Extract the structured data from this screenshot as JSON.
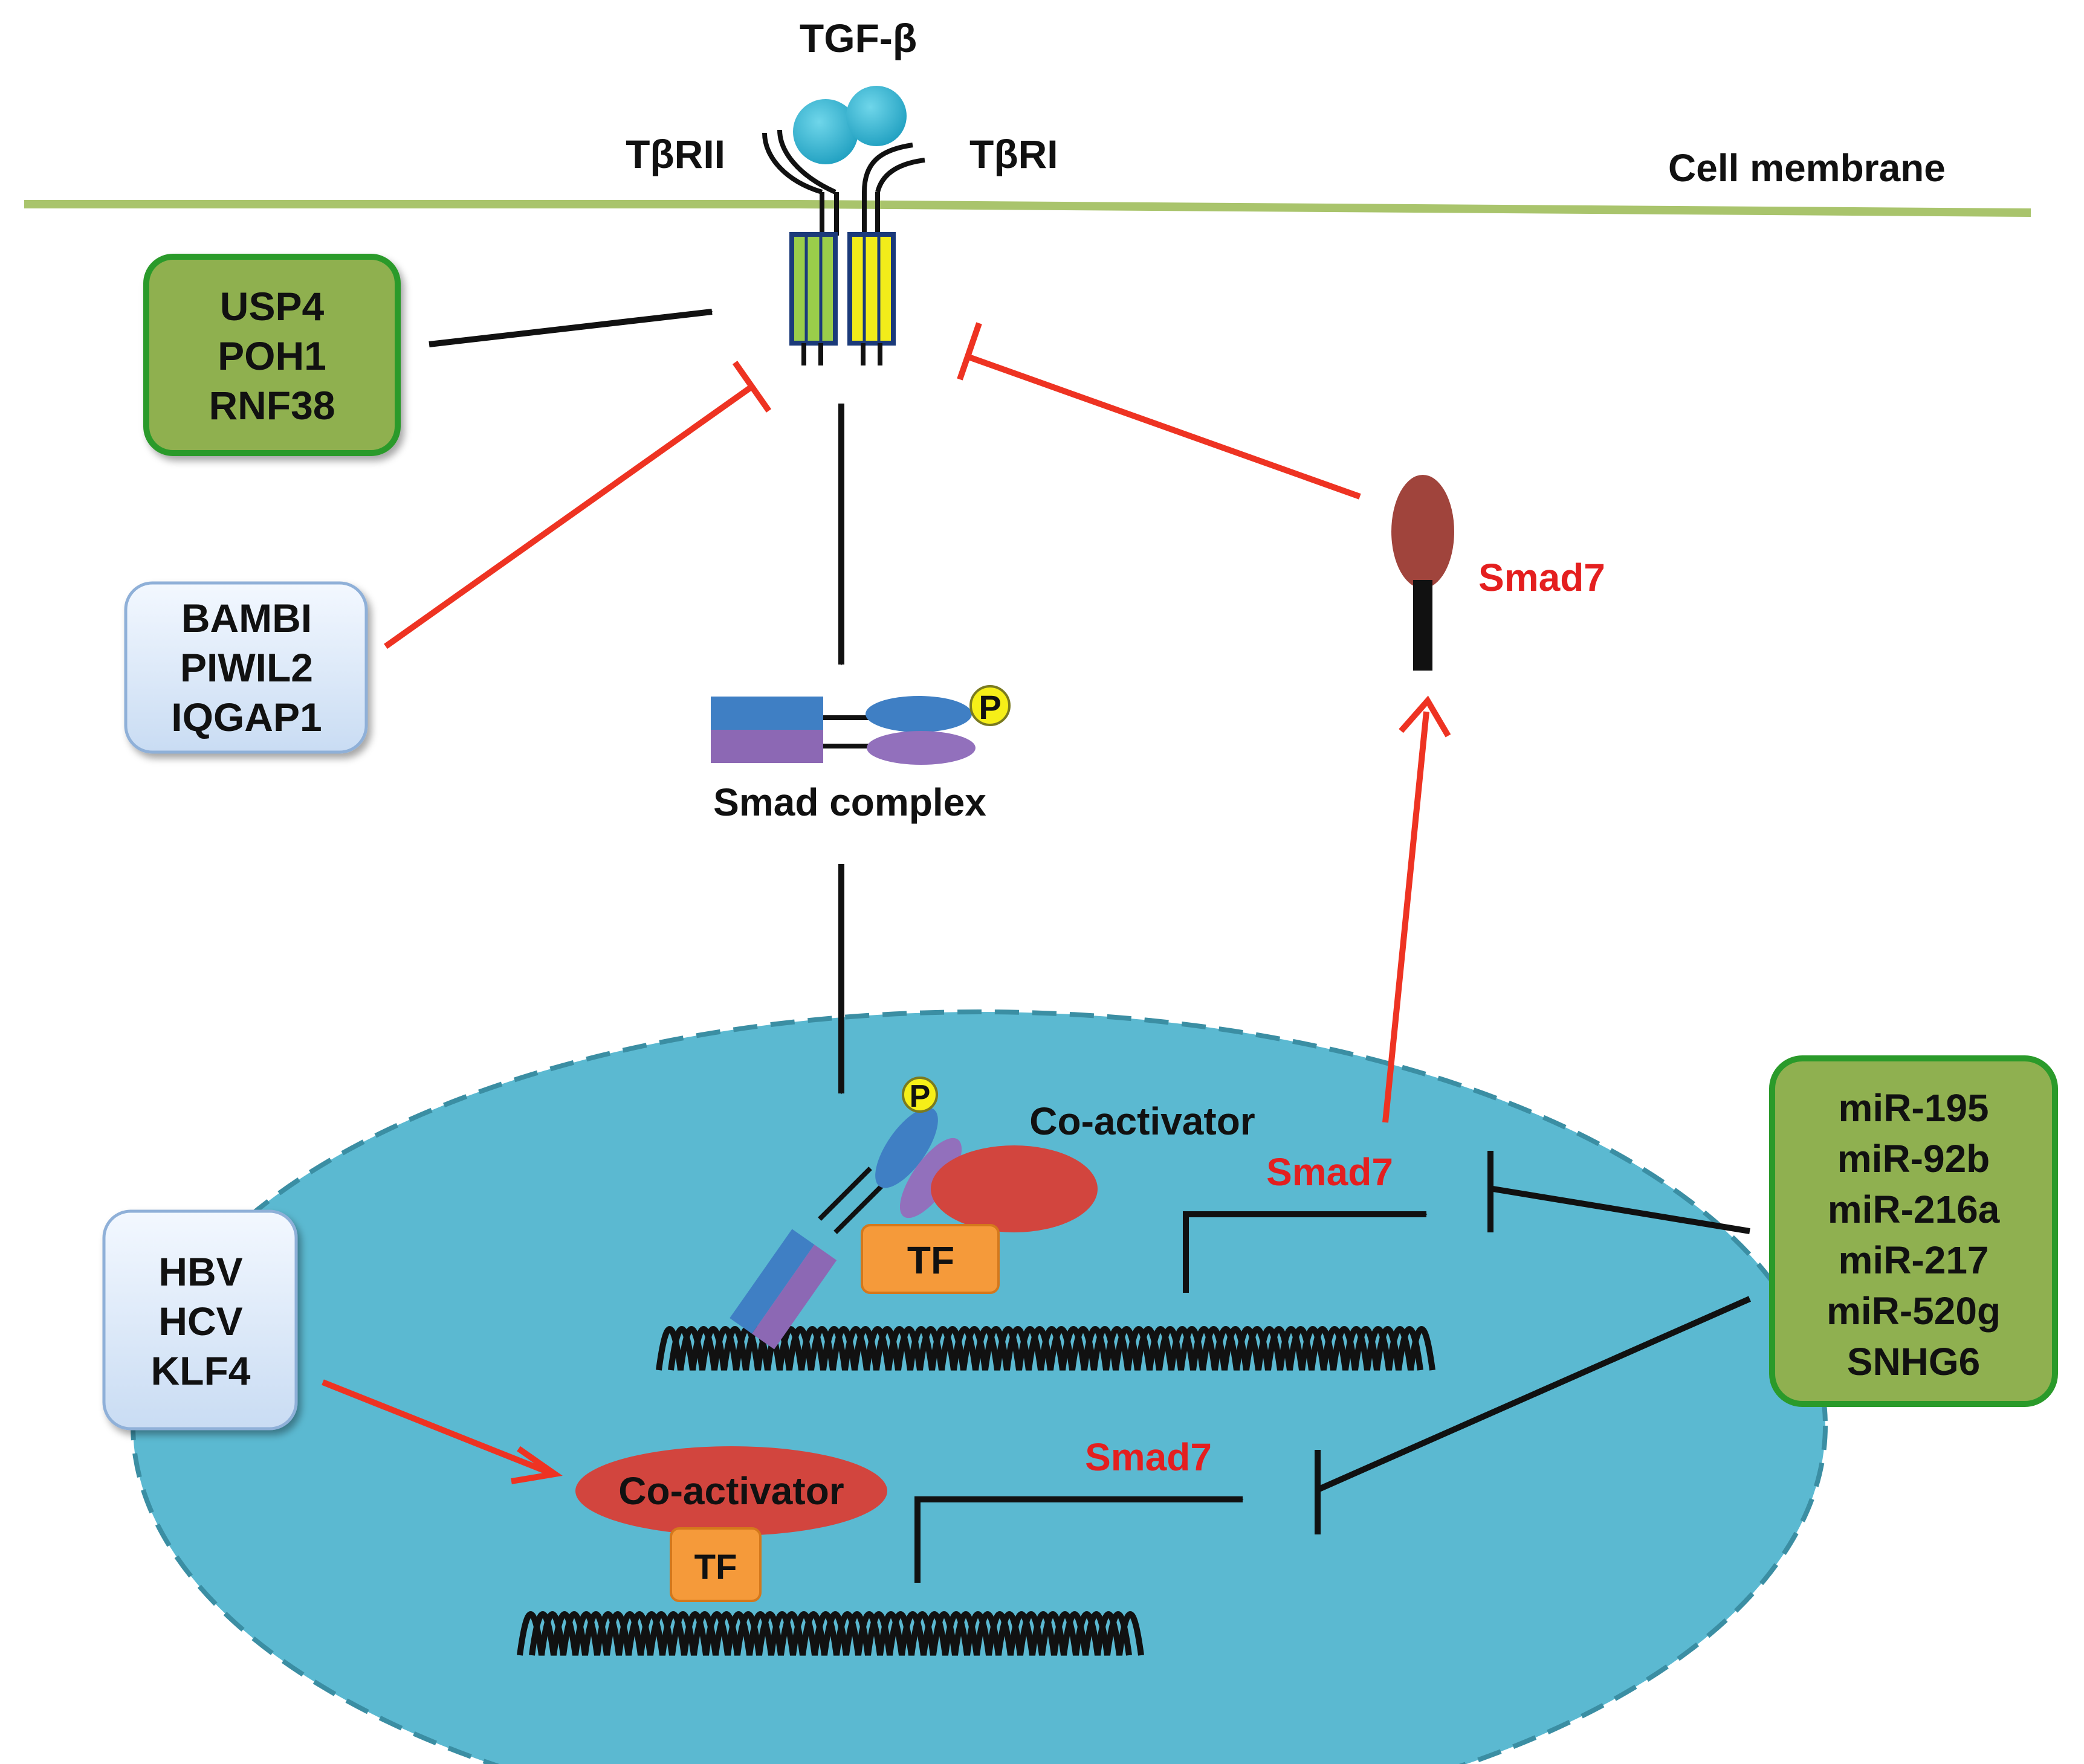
{
  "ligand": {
    "label": "TGF-β"
  },
  "receptors": {
    "type2_label": "TβRII",
    "type1_label": "TβRI"
  },
  "membrane": {
    "label": "Cell membrane"
  },
  "positive_regulators": {
    "lines": [
      "USP4",
      "POH1",
      "RNF38"
    ]
  },
  "negative_regulators": {
    "lines": [
      "BAMBI",
      "PIWIL2",
      "IQGAP1"
    ]
  },
  "viral_factors": {
    "lines": [
      "HBV",
      "HCV",
      "KLF4"
    ]
  },
  "mirna_box": {
    "lines": [
      "miR-195",
      "miR-92b",
      "miR-216a",
      "miR-217",
      "miR-520g",
      "SNHG6"
    ]
  },
  "smad_complex": {
    "label": "Smad complex",
    "phospho_label": "P"
  },
  "nucleus": {
    "coactivator_top_label": "Co-activator",
    "coactivator_bottom_label": "Co-activator",
    "tf_label": "TF",
    "gene_label_top": "Smad7",
    "gene_label_bottom": "Smad7",
    "phospho_label": "P"
  },
  "smad7_protein": {
    "label": "Smad7"
  },
  "colors": {
    "membrane": "#a9c46c",
    "receptor_type2": "#9acd4a",
    "receptor_type1": "#f2ec1a",
    "nucleus_fill": "#5bb9d1",
    "inhibition_red": "#ee3322",
    "smad7_red": "#e41f1f",
    "green_box": "#8fb050",
    "blue_box": "#dde9f8",
    "coactivator": "#d2453e",
    "tf": "#f59a3a"
  }
}
